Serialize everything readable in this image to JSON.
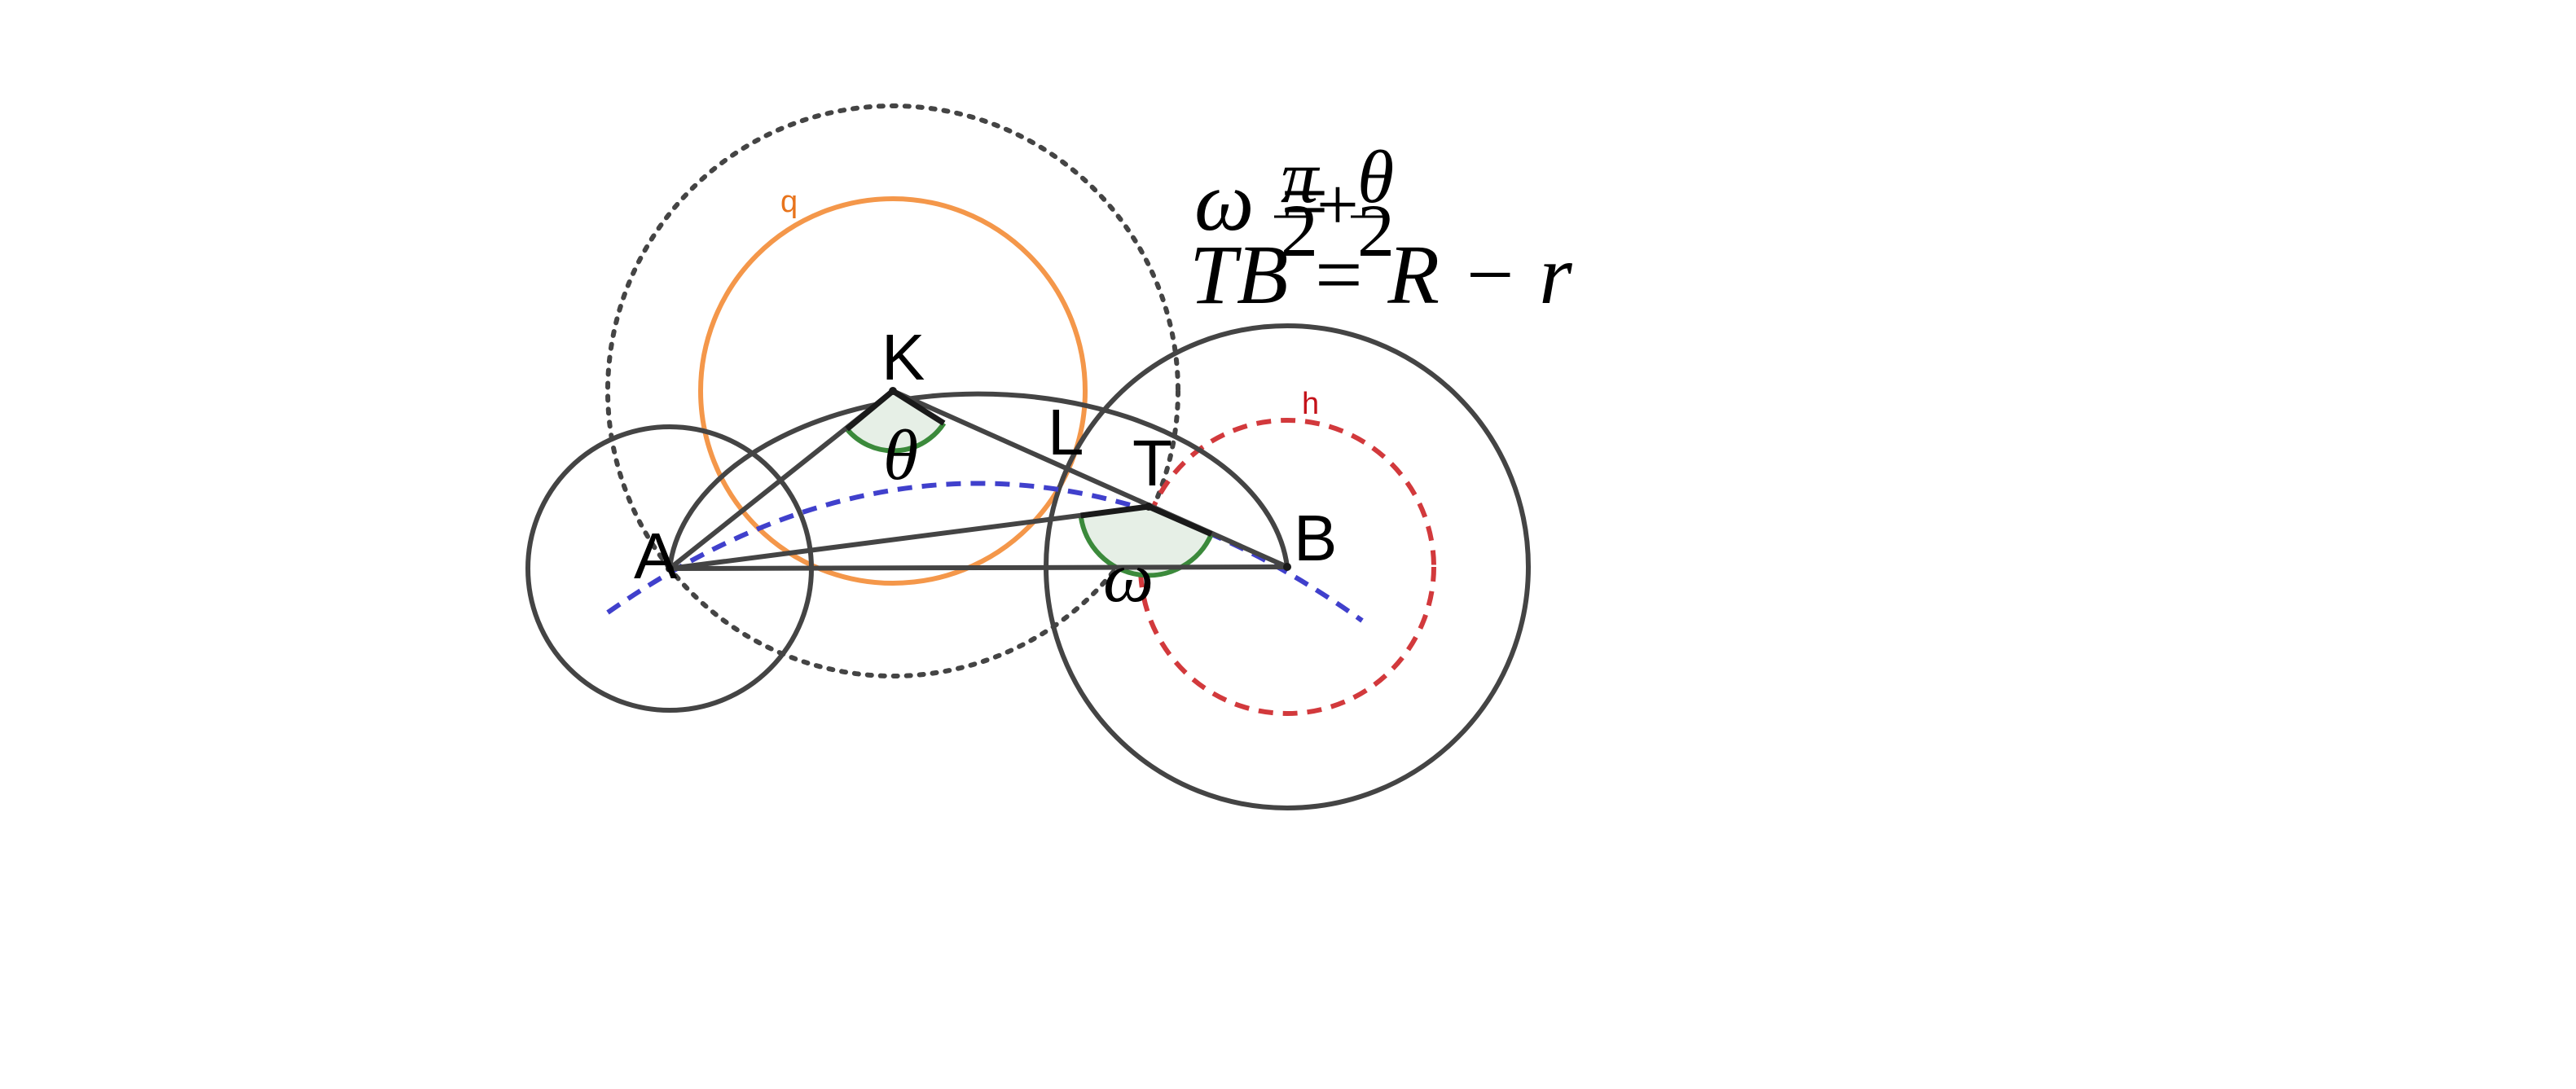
{
  "points": {
    "A": "A",
    "B": "B",
    "K": "K",
    "L": "L",
    "T": "T"
  },
  "circle_labels": {
    "q": "q",
    "h": "h"
  },
  "angles": {
    "theta": "θ",
    "omega": "ω"
  },
  "formulas": {
    "omega_lhs": "ω = ",
    "pi": "π",
    "two": "2",
    "plus": "+",
    "theta": "θ",
    "tb_eq": "TB = R − r"
  },
  "colors": {
    "dark": "#444444",
    "orange": "#f4974a",
    "red": "#d2393c",
    "blue": "#4040cc",
    "green": "#3b8a3b",
    "green_fill": "#e6efe6"
  }
}
